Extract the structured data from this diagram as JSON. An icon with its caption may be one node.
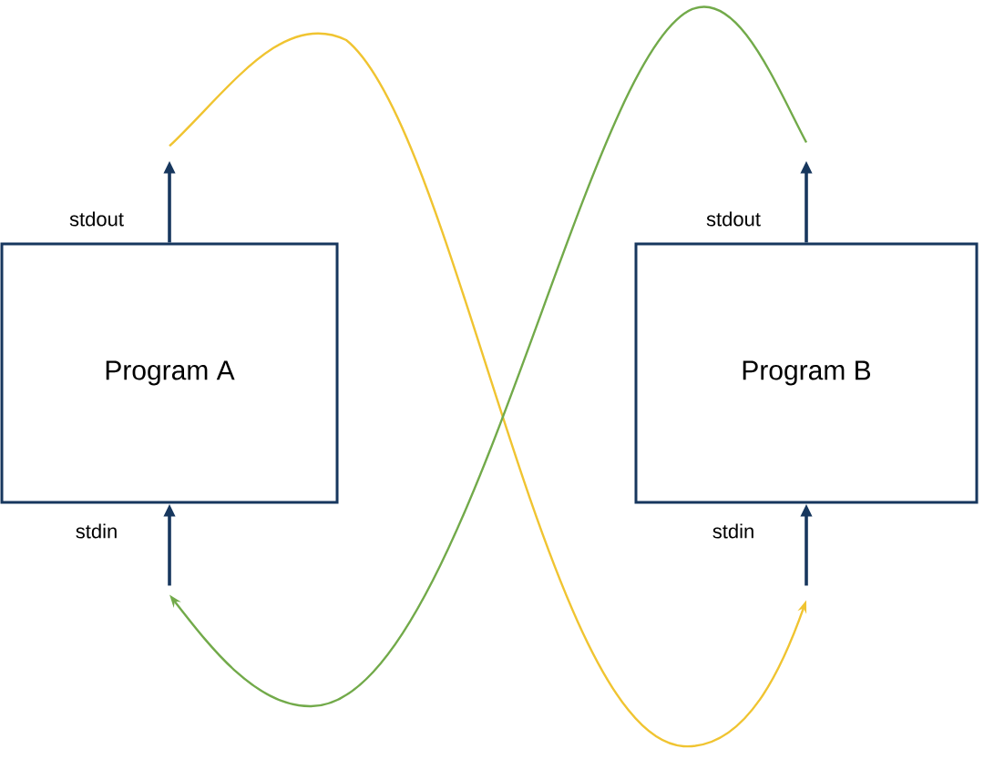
{
  "diagram": {
    "nodes": [
      {
        "text": [
          "Program A"
        ]
      },
      {
        "text": [
          "Program B"
        ]
      }
    ],
    "edges": [
      {
        "from": 0,
        "to": null,
        "arrow": "to",
        "label": "stdout"
      },
      {
        "from": null,
        "to": 0,
        "arrow": "to",
        "label": "stdin"
      },
      {
        "from": 1,
        "to": null,
        "arrow": "to",
        "label": "stdout"
      },
      {
        "from": null,
        "to": 1,
        "arrow": "to",
        "label": "stdin"
      },
      {
        "from": 0,
        "to": 1,
        "arrow": "to",
        "color": "#f0c431"
      },
      {
        "from": 1,
        "to": 0,
        "arrow": "to",
        "color": "#72aa4a"
      }
    ]
  }
}
